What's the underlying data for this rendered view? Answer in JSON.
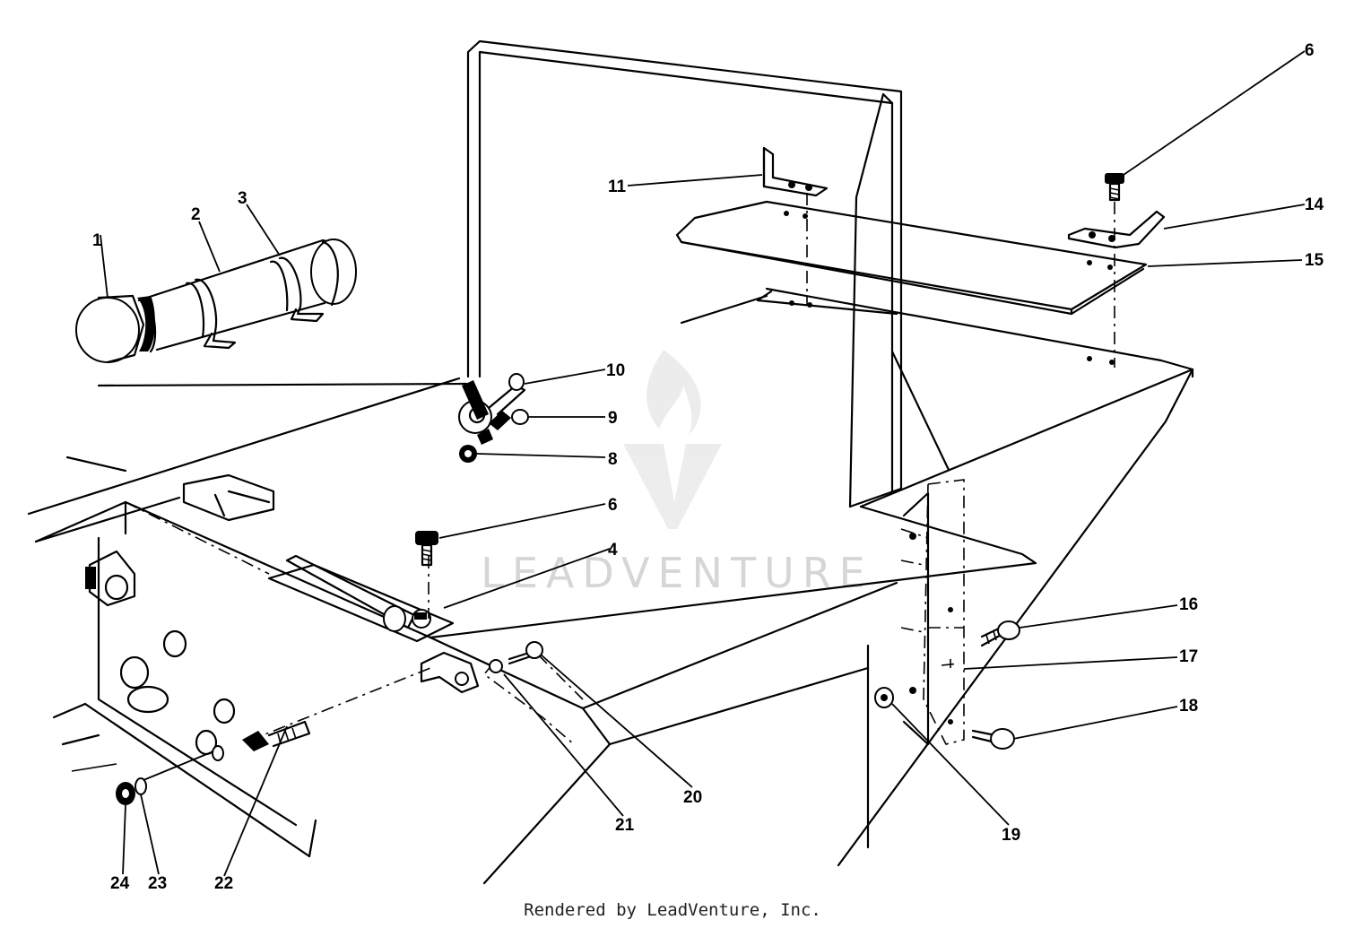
{
  "diagram": {
    "callouts": [
      {
        "id": "c1",
        "text": "1"
      },
      {
        "id": "c2",
        "text": "2"
      },
      {
        "id": "c3",
        "text": "3"
      },
      {
        "id": "c4",
        "text": "4"
      },
      {
        "id": "c6a",
        "text": "6"
      },
      {
        "id": "c6b",
        "text": "6"
      },
      {
        "id": "c8",
        "text": "8"
      },
      {
        "id": "c9",
        "text": "9"
      },
      {
        "id": "c10",
        "text": "10"
      },
      {
        "id": "c11",
        "text": "11"
      },
      {
        "id": "c14",
        "text": "14"
      },
      {
        "id": "c15",
        "text": "15"
      },
      {
        "id": "c16",
        "text": "16"
      },
      {
        "id": "c17",
        "text": "17"
      },
      {
        "id": "c18",
        "text": "18"
      },
      {
        "id": "c19",
        "text": "19"
      },
      {
        "id": "c20",
        "text": "20"
      },
      {
        "id": "c21",
        "text": "21"
      },
      {
        "id": "c22",
        "text": "22"
      },
      {
        "id": "c23",
        "text": "23"
      },
      {
        "id": "c24",
        "text": "24"
      }
    ],
    "watermark": "LEADVENTURE",
    "credit": "Rendered by LeadVenture, Inc."
  }
}
